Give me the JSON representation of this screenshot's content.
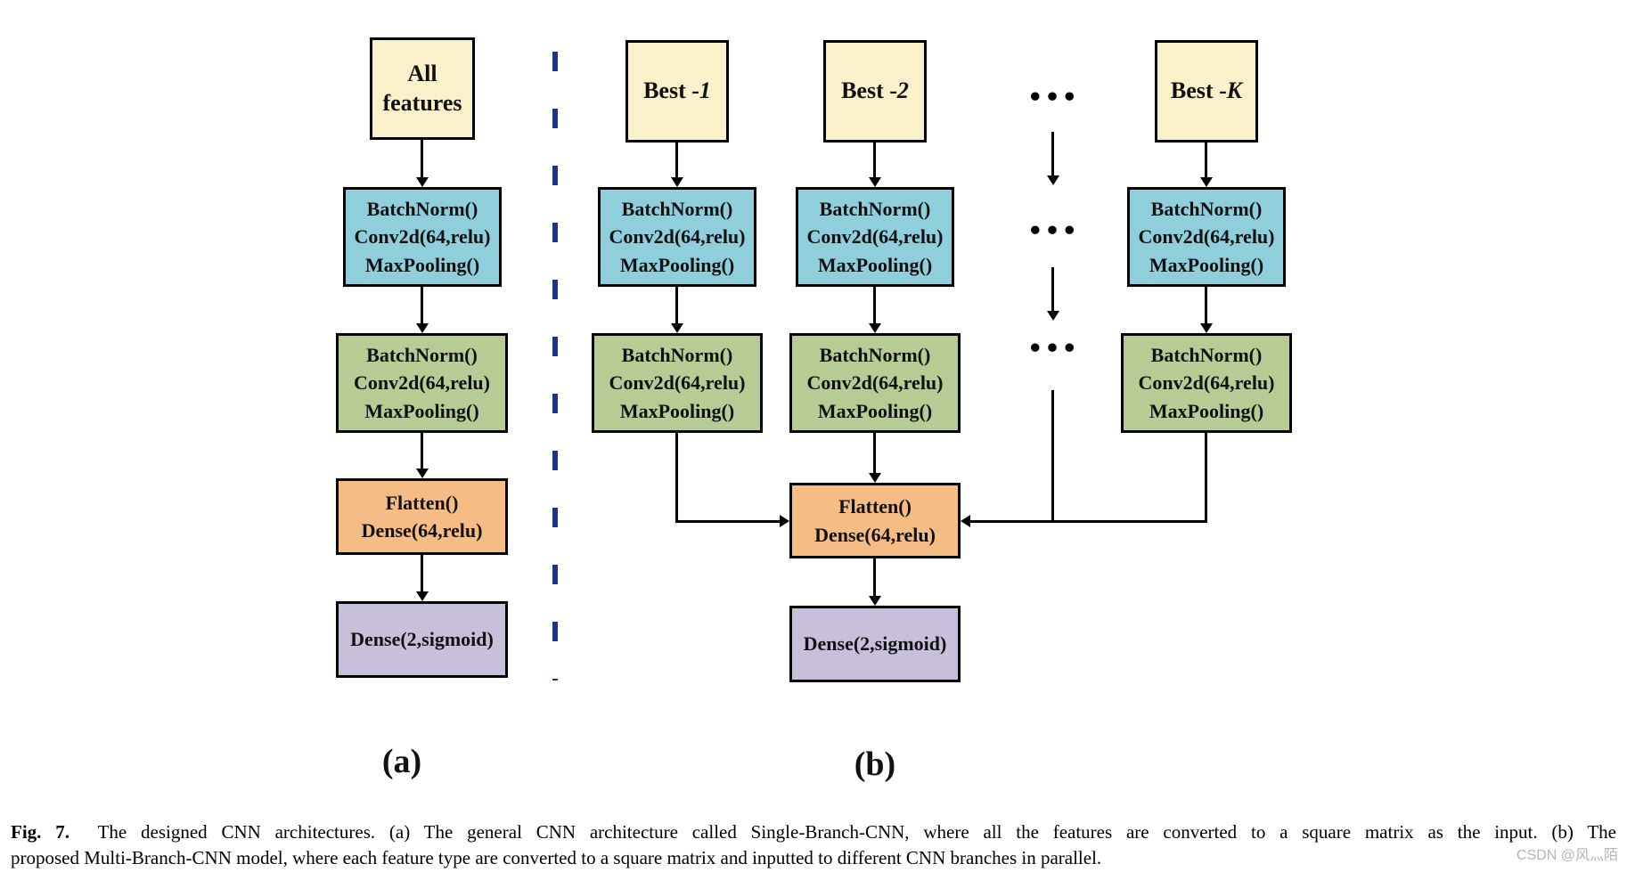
{
  "colors": {
    "input_fill": "#FAF0CA",
    "conv_block1_fill": "#8FCEDB",
    "conv_block2_fill": "#B7CB95",
    "dense_block_fill": "#F6BC85",
    "output_block_fill": "#C8C0DB",
    "divider_dash": "#1B3580",
    "line_black": "#000000",
    "watermark_gray": "#B4B4B4"
  },
  "blocks": {
    "conv": {
      "l1": "BatchNorm()",
      "l2": "Conv2d(64,relu)",
      "l3": "MaxPooling()"
    },
    "flatten": {
      "l1": "Flatten()",
      "l2": "Dense(64,relu)"
    },
    "output": "Dense(2,sigmoid)"
  },
  "panel_a": {
    "label": "(a)",
    "input": {
      "l1": "All",
      "l2": "features"
    }
  },
  "panel_b": {
    "label": "(b)",
    "branches": {
      "b1": {
        "prefix": "Best -",
        "suffix": "1"
      },
      "b2": {
        "prefix": "Best -",
        "suffix": "2"
      },
      "bk": {
        "prefix": "Best -",
        "suffix": "K"
      }
    },
    "ellipsis": "•••"
  },
  "caption": {
    "label": "Fig. 7.",
    "line1": "The designed CNN architectures. (a) The general CNN architecture called Single-Branch-CNN, where all the features are converted to a square matrix as the input. (b) The",
    "line2": "proposed Multi-Branch-CNN model, where each feature type are converted to a square matrix and inputted to different CNN branches in parallel."
  },
  "watermark": "CSDN @风灬陌"
}
